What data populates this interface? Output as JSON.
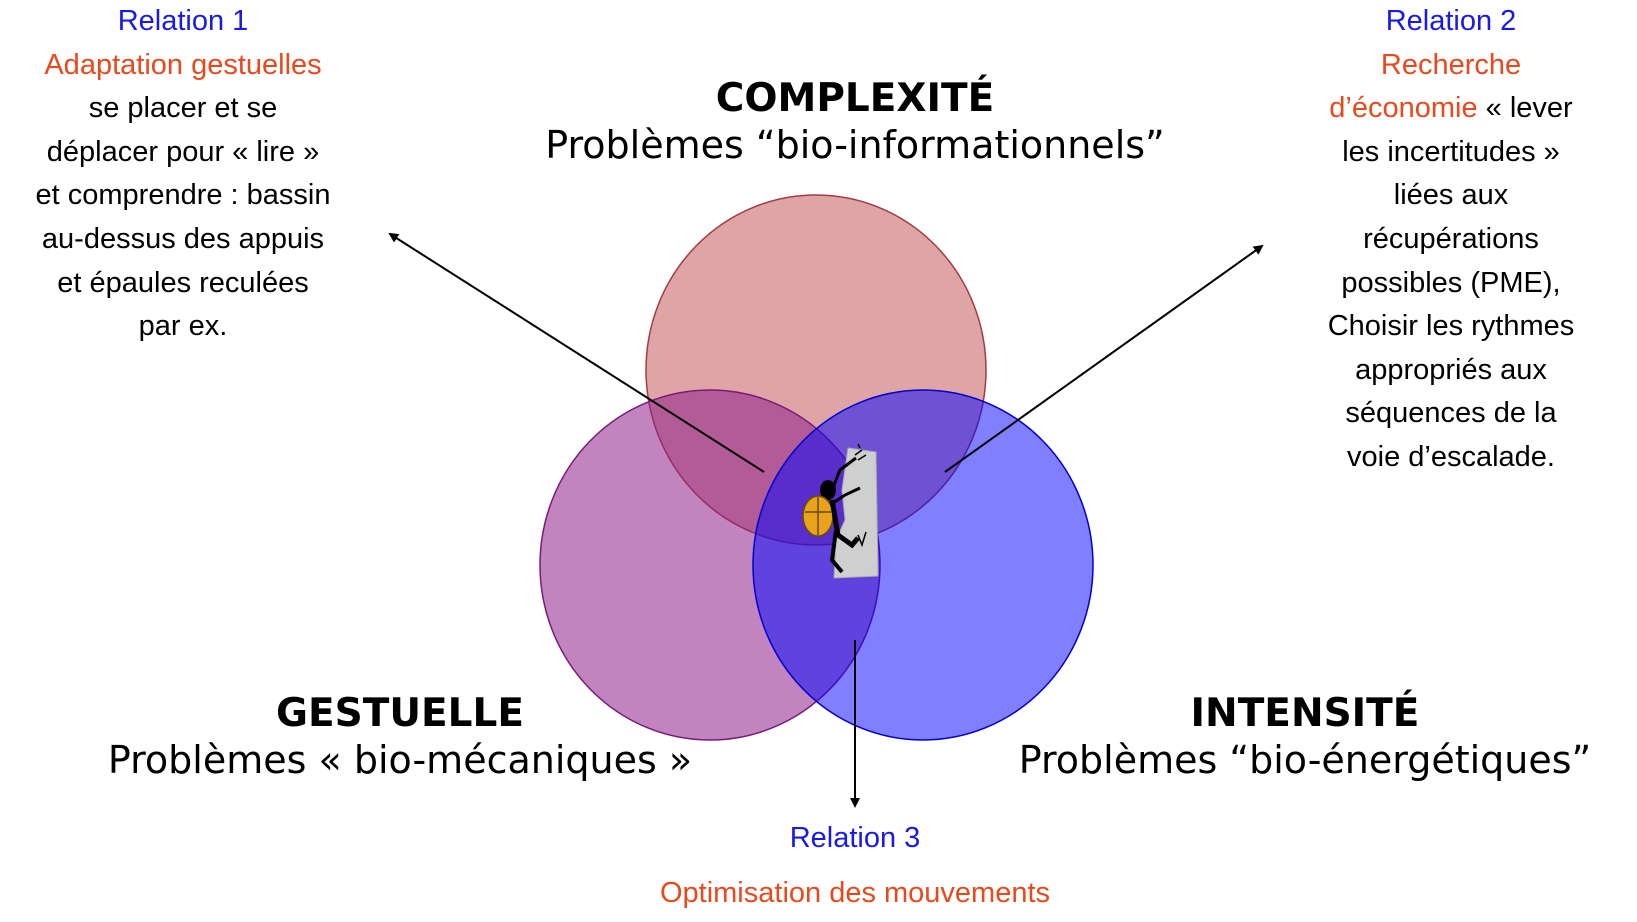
{
  "relation1": {
    "label": "Relation 1",
    "title": "Adaptation gestuelles",
    "lines": [
      "se placer et se",
      "déplacer pour « lire »",
      "et comprendre : bassin",
      "au-dessus des appuis",
      "et épaules reculées",
      "par ex."
    ]
  },
  "relation2": {
    "label": "Relation 2",
    "title_line1": "Recherche",
    "title_line2": "d’économie",
    "line2_rest": " « lever",
    "lines": [
      "les incertitudes »",
      "liées aux",
      "récupérations",
      "possibles (PME),",
      "Choisir les rythmes",
      "appropriés aux",
      "séquences de la",
      "voie d’escalade."
    ]
  },
  "relation3": {
    "label": "Relation 3",
    "title": "Optimisation des mouvements"
  },
  "complexite": {
    "title": "COMPLEXITÉ",
    "subtitle": "Problèmes “bio-informationnels”"
  },
  "gestuelle": {
    "title": "GESTUELLE",
    "subtitle": "Problèmes « bio-mécaniques »"
  },
  "intensite": {
    "title": "INTENSITÉ",
    "subtitle": "Problèmes “bio-énergétiques”"
  },
  "colors": {
    "circle_top": "#c9676a",
    "circle_left": "#8e1f8b",
    "circle_right": "#0000ff",
    "relation_label": "#1a1ae6",
    "relation_title": "#e8491d"
  }
}
